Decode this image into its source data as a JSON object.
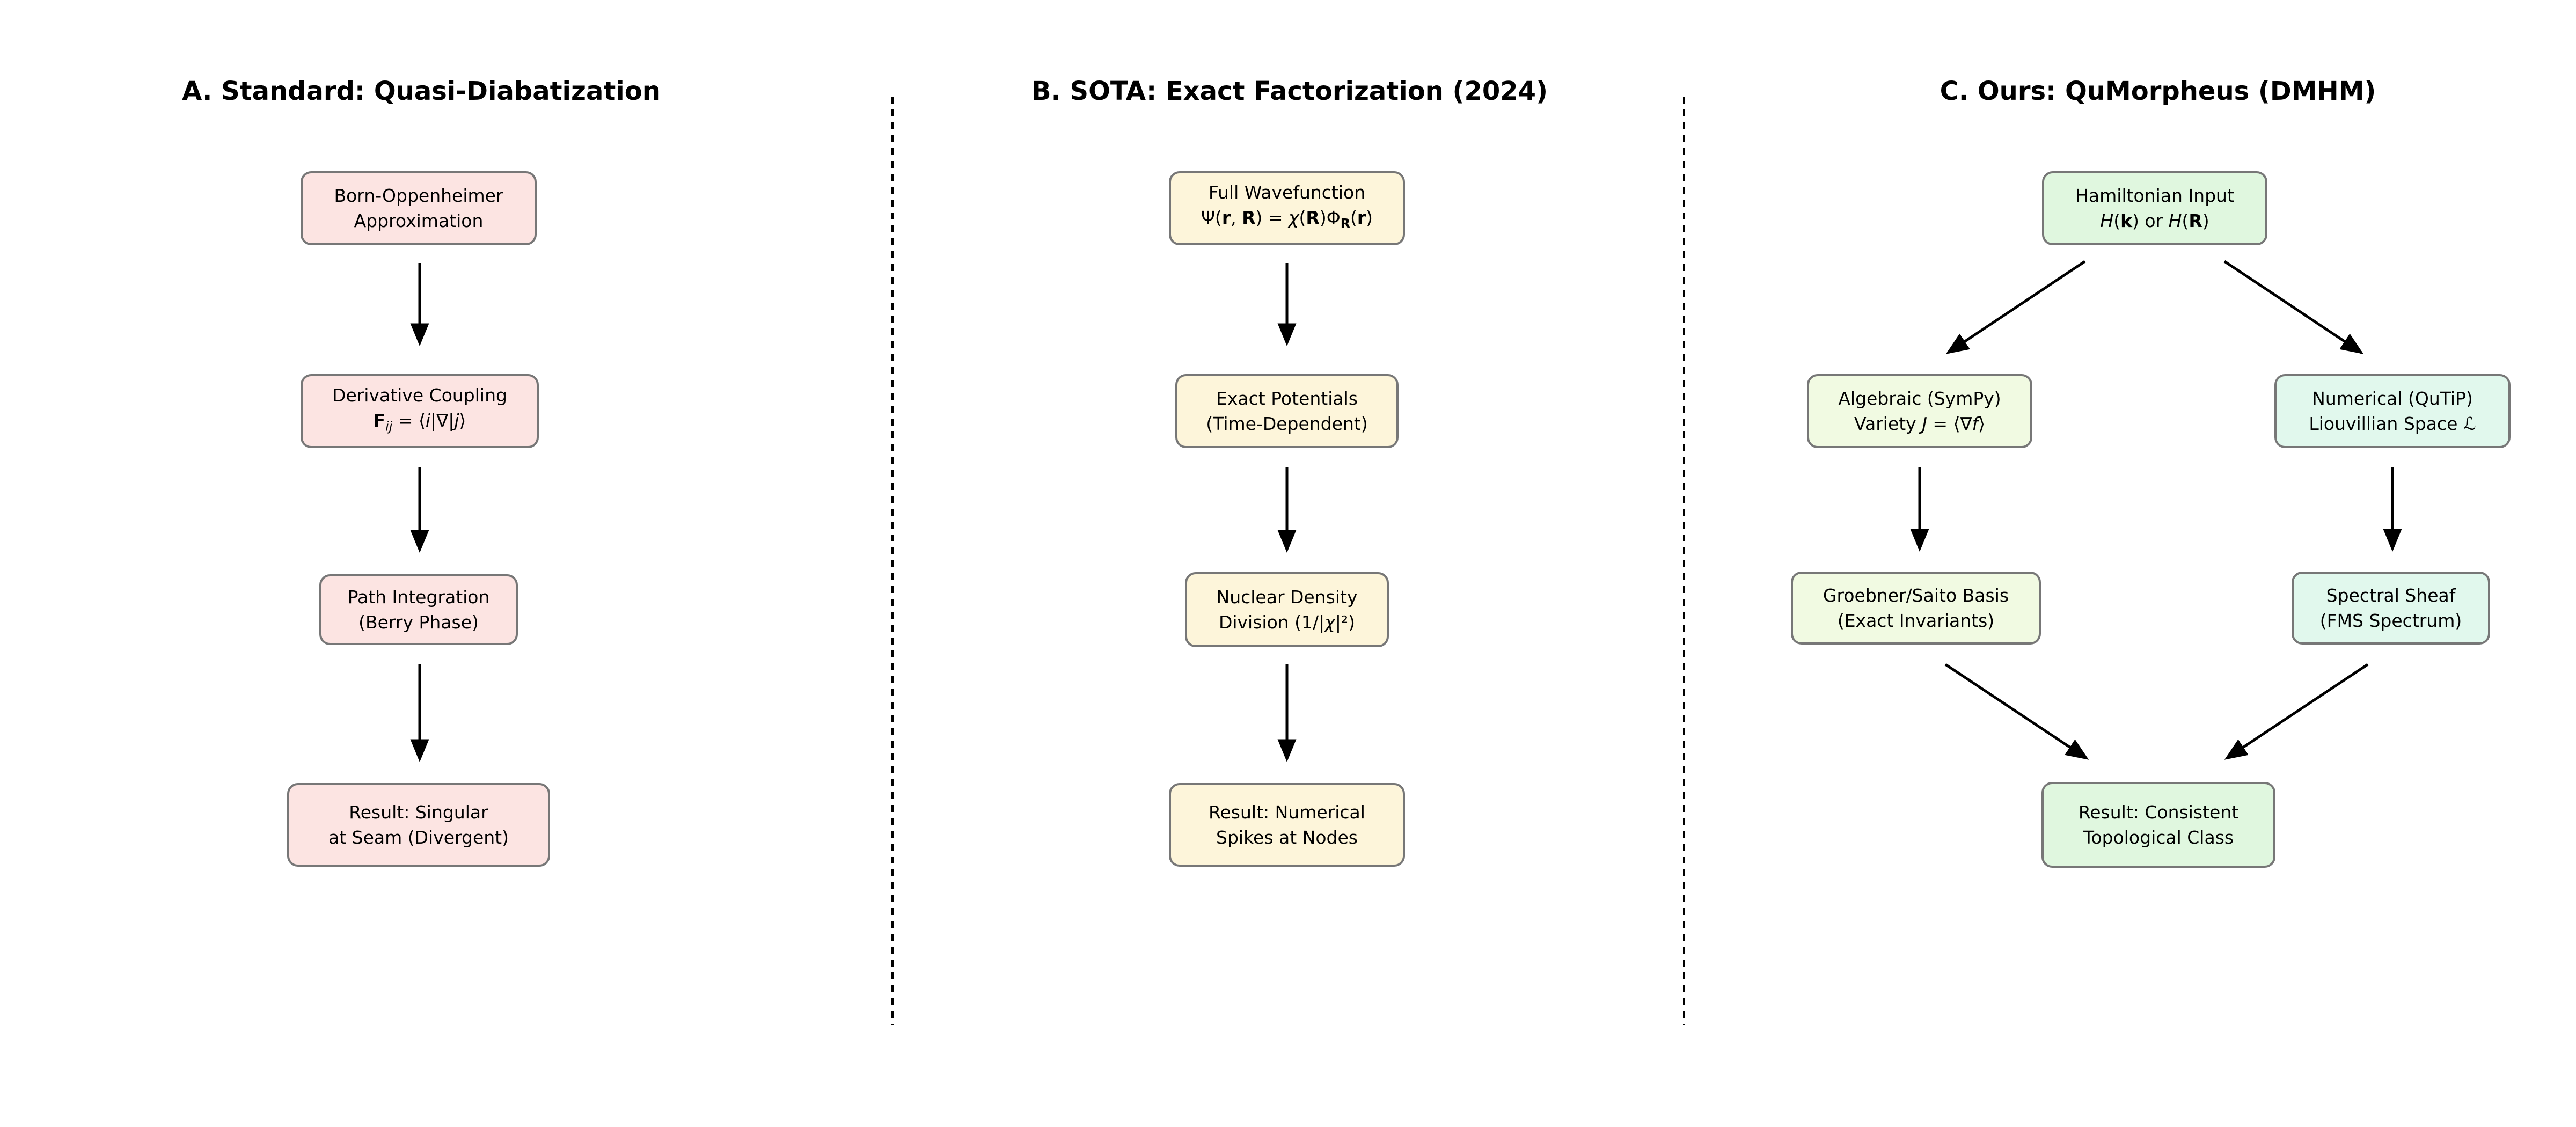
{
  "colors": {
    "background": "#ffffff",
    "node_border": "#777777",
    "arrow": "#000000",
    "separator": "#000000",
    "pink": "#fce4e2",
    "cream": "#fdf5da",
    "green": "#e0f7df",
    "pale_yellow_green": "#f1fae2",
    "mint": "#e1f8ed"
  },
  "panels": [
    {
      "title": "A. Standard: Quasi-Diabatization",
      "nodes": [
        {
          "name": "born-oppenheimer",
          "line1": "Born-Oppenheimer",
          "line2": "Approximation",
          "fill": "#fce4e2"
        },
        {
          "name": "derivative-coupling",
          "line1": "Derivative Coupling",
          "line2_html": "<b>F</b><sub><i>ij</i></sub> = ⟨<i>i</i>|∇|<i>j</i>⟩",
          "fill": "#fce4e2"
        },
        {
          "name": "path-integration",
          "line1": "Path Integration",
          "line2": "(Berry Phase)",
          "fill": "#fce4e2"
        },
        {
          "name": "result-singular",
          "line1": "Result: Singular",
          "line2": "at Seam (Divergent)",
          "fill": "#fce4e2"
        }
      ]
    },
    {
      "title": "B. SOTA: Exact Factorization (2024)",
      "nodes": [
        {
          "name": "full-wavefunction",
          "line1": "Full Wavefunction",
          "line2_html": "Ψ(<b>r</b>, <b>R</b>) = <i>χ</i>(<b>R</b>)Φ<sub><b>R</b></sub>(<b>r</b>)",
          "fill": "#fdf5da"
        },
        {
          "name": "exact-potentials",
          "line1": "Exact Potentials",
          "line2": "(Time-Dependent)",
          "fill": "#fdf5da"
        },
        {
          "name": "nuclear-density-division",
          "line1": "Nuclear Density",
          "line2_html": "Division (1/|<i>χ</i>|²)",
          "fill": "#fdf5da"
        },
        {
          "name": "result-numerical-spikes",
          "line1": "Result: Numerical",
          "line2": "Spikes at Nodes",
          "fill": "#fdf5da"
        }
      ]
    },
    {
      "title": "C. Ours: QuMorpheus (DMHM)",
      "nodes": [
        {
          "name": "hamiltonian-input",
          "line1": "Hamiltonian Input",
          "line2_html": "<i>H</i>(<b>k</b>) or <i>H</i>(<b>R</b>)",
          "fill": "#e0f7df"
        },
        {
          "name": "algebraic-sympy",
          "line1": "Algebraic (SymPy)",
          "line2_html": "Variety <i>J</i> = ⟨∇<i>f</i>⟩",
          "fill": "#f1fae2"
        },
        {
          "name": "numerical-qutip",
          "line1": "Numerical (QuTiP)",
          "line2_html": "Liouvillian Space <i>ℒ</i>",
          "fill": "#e1f8ed"
        },
        {
          "name": "groebner-saito-basis",
          "line1": "Groebner/Saito Basis",
          "line2": "(Exact Invariants)",
          "fill": "#f1fae2"
        },
        {
          "name": "spectral-sheaf",
          "line1": "Spectral Sheaf",
          "line2": "(FMS Spectrum)",
          "fill": "#e1f8ed"
        },
        {
          "name": "result-topological-class",
          "line1": "Result: Consistent",
          "line2": "Topological Class",
          "fill": "#e0f7df"
        }
      ]
    }
  ]
}
